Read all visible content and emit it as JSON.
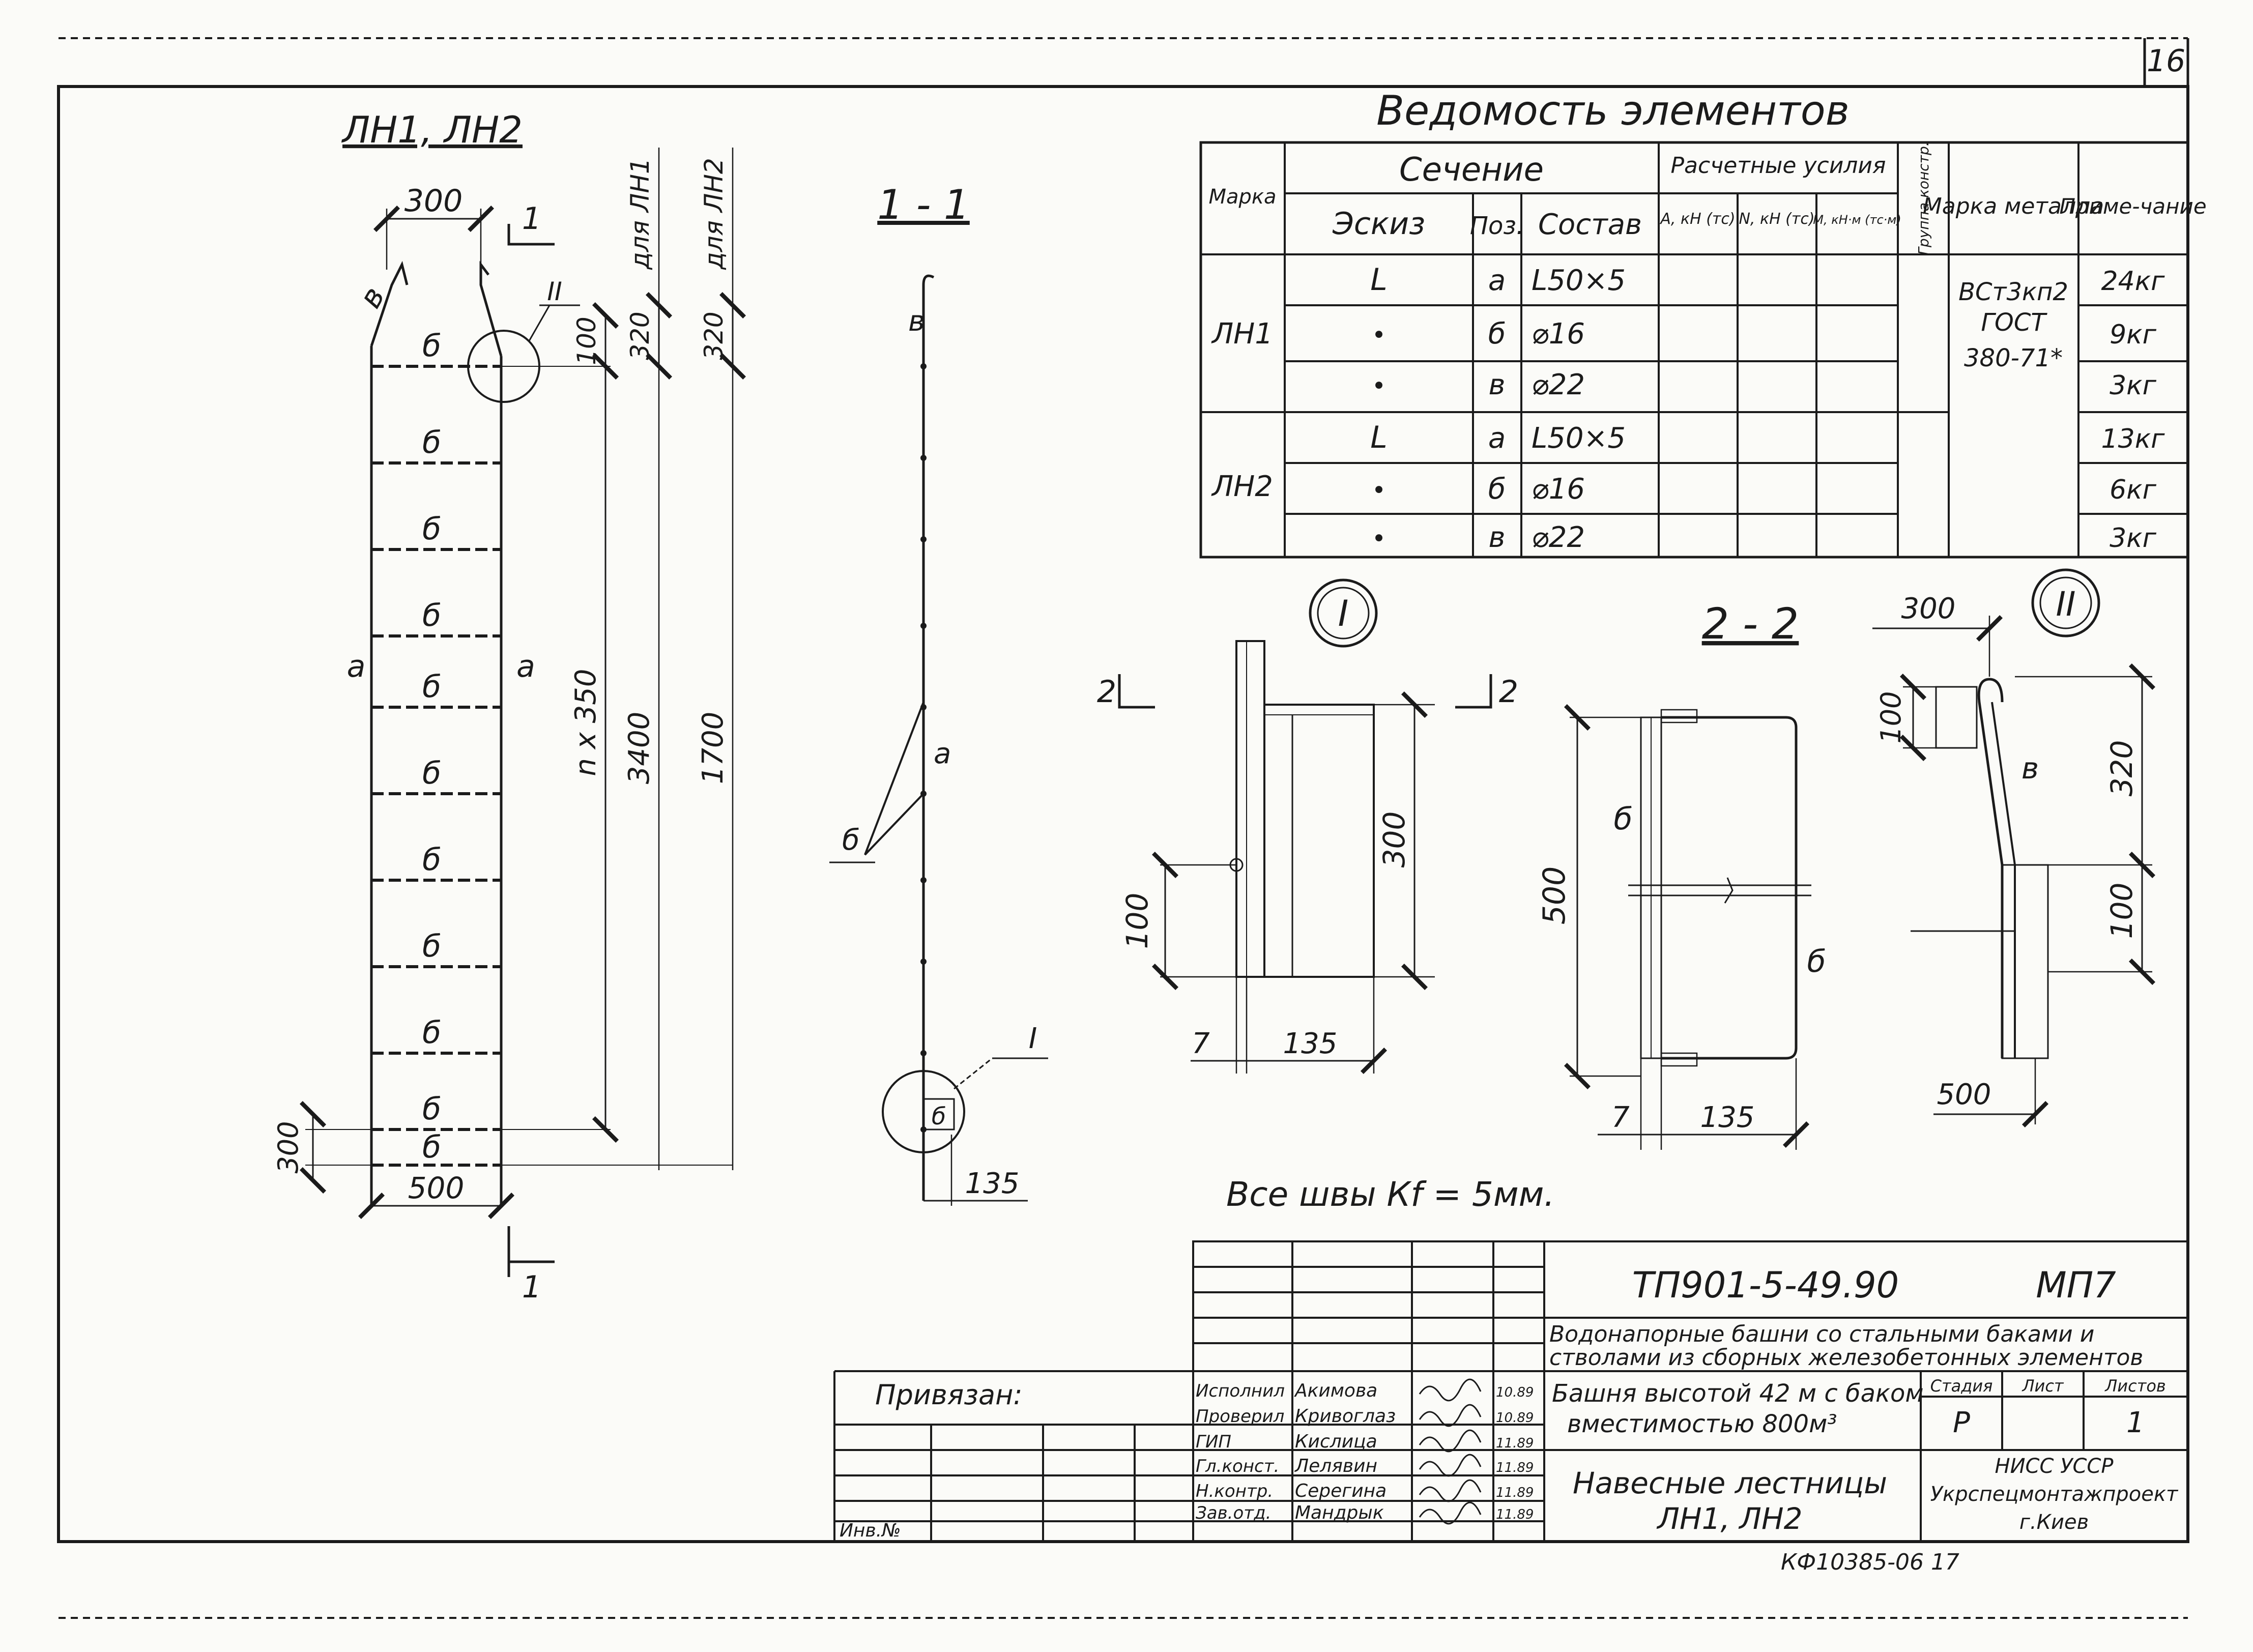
{
  "sheet_number": "16",
  "ladder_title": "ЛН1, ЛН2",
  "section_label": "1 - 1",
  "sec_mark": "1",
  "ladder": {
    "dim_top_width": "300",
    "dim_100": "100",
    "dim_320_a": "320",
    "dim_320_b": "320",
    "for_ln1": "для ЛН1",
    "for_ln2": "для ЛН2",
    "dim_nx350": "n x 350",
    "dim_3400": "3400",
    "dim_1700": "1700",
    "dim_300_bottom": "300",
    "dim_500_bottom": "500",
    "pos_a": "а",
    "pos_b": "б",
    "pos_v": "в",
    "node_2": "II"
  },
  "section1": {
    "pos_b": "б",
    "pos_a": "а",
    "pos_v": "в",
    "node_1": "I",
    "dim_135": "135"
  },
  "elements_table": {
    "title": "Ведомость элементов",
    "h_mark": "Марка",
    "h_section": "Сечение",
    "h_sketch": "Эскиз",
    "h_pos": "Поз.",
    "h_composition": "Состав",
    "h_forces": "Расчетные усилия",
    "h_a": "А, кН (тс)",
    "h_n": "N, кН (тс)",
    "h_m": "М, кН·м (тс·м)",
    "h_group": "Группа констр.",
    "h_steel": "Марка металла",
    "h_note": "Приме-чание",
    "steel_1": "ВСт3кп2",
    "steel_2": "ГОСТ",
    "steel_3": "380-71*",
    "rows": [
      {
        "mark": "ЛН1",
        "sketch": "L",
        "pos": "а",
        "comp": "L50×5",
        "note": "24кг"
      },
      {
        "mark": "",
        "sketch": "•",
        "pos": "б",
        "comp": "⌀16",
        "note": "9кг"
      },
      {
        "mark": "",
        "sketch": "•",
        "pos": "в",
        "comp": "⌀22",
        "note": "3кг"
      },
      {
        "mark": "ЛН2",
        "sketch": "L",
        "pos": "а",
        "comp": "L50×5",
        "note": "13кг"
      },
      {
        "mark": "",
        "sketch": "•",
        "pos": "б",
        "comp": "⌀16",
        "note": "6кг"
      },
      {
        "mark": "",
        "sketch": "•",
        "pos": "в",
        "comp": "⌀22",
        "note": "3кг"
      }
    ]
  },
  "detail1": {
    "label": "I",
    "cut_left": "2",
    "cut_right": "2",
    "dim_300": "300",
    "dim_100": "100",
    "dim_7": "7",
    "dim_135": "135"
  },
  "section2": {
    "label": "2 - 2",
    "dim_500": "500",
    "pos_b1": "б",
    "pos_b2": "б",
    "dim_7": "7",
    "dim_135": "135"
  },
  "detail2": {
    "label": "II",
    "dim_300": "300",
    "dim_100_top": "100",
    "dim_320": "320",
    "dim_100_right": "100",
    "pos_v": "в",
    "dim_500": "500"
  },
  "weld_note": "Все швы Кf = 5мм.",
  "title_block": {
    "code": "ТП901-5-49.90",
    "sheet_code": "МП7",
    "project": "Водонапорные башни со стальными баками и стволами из сборных железобетонных элементов",
    "object_1": "Башня высотой 42 м с баком",
    "object_2": "вместимостью 800м³",
    "drawing_1": "Навесные лестницы",
    "drawing_2": "ЛН1, ЛН2",
    "stage_h": "Стадия",
    "sheet_h": "Лист",
    "sheets_h": "Листов",
    "stage": "Р",
    "sheets": "1",
    "org_1": "НИСС УССР",
    "org_2": "Укрспецмонтажпроект",
    "org_3": "г.Киев",
    "linked": "Привязан:",
    "inv": "Инв.№",
    "roles": [
      {
        "role": "Исполнил",
        "name": "Акимова",
        "date": "10.89"
      },
      {
        "role": "Проверил",
        "name": "Кривоглаз",
        "date": "10.89"
      },
      {
        "role": "ГИП",
        "name": "Кислица",
        "date": "11.89"
      },
      {
        "role": "Гл.конст.",
        "name": "Лелявин",
        "date": "11.89"
      },
      {
        "role": "Н.контр.",
        "name": "Серегина",
        "date": "11.89"
      },
      {
        "role": "Зав.отд.",
        "name": "Мандрык",
        "date": "11.89"
      }
    ],
    "archive": "КФ10385-06   17"
  }
}
